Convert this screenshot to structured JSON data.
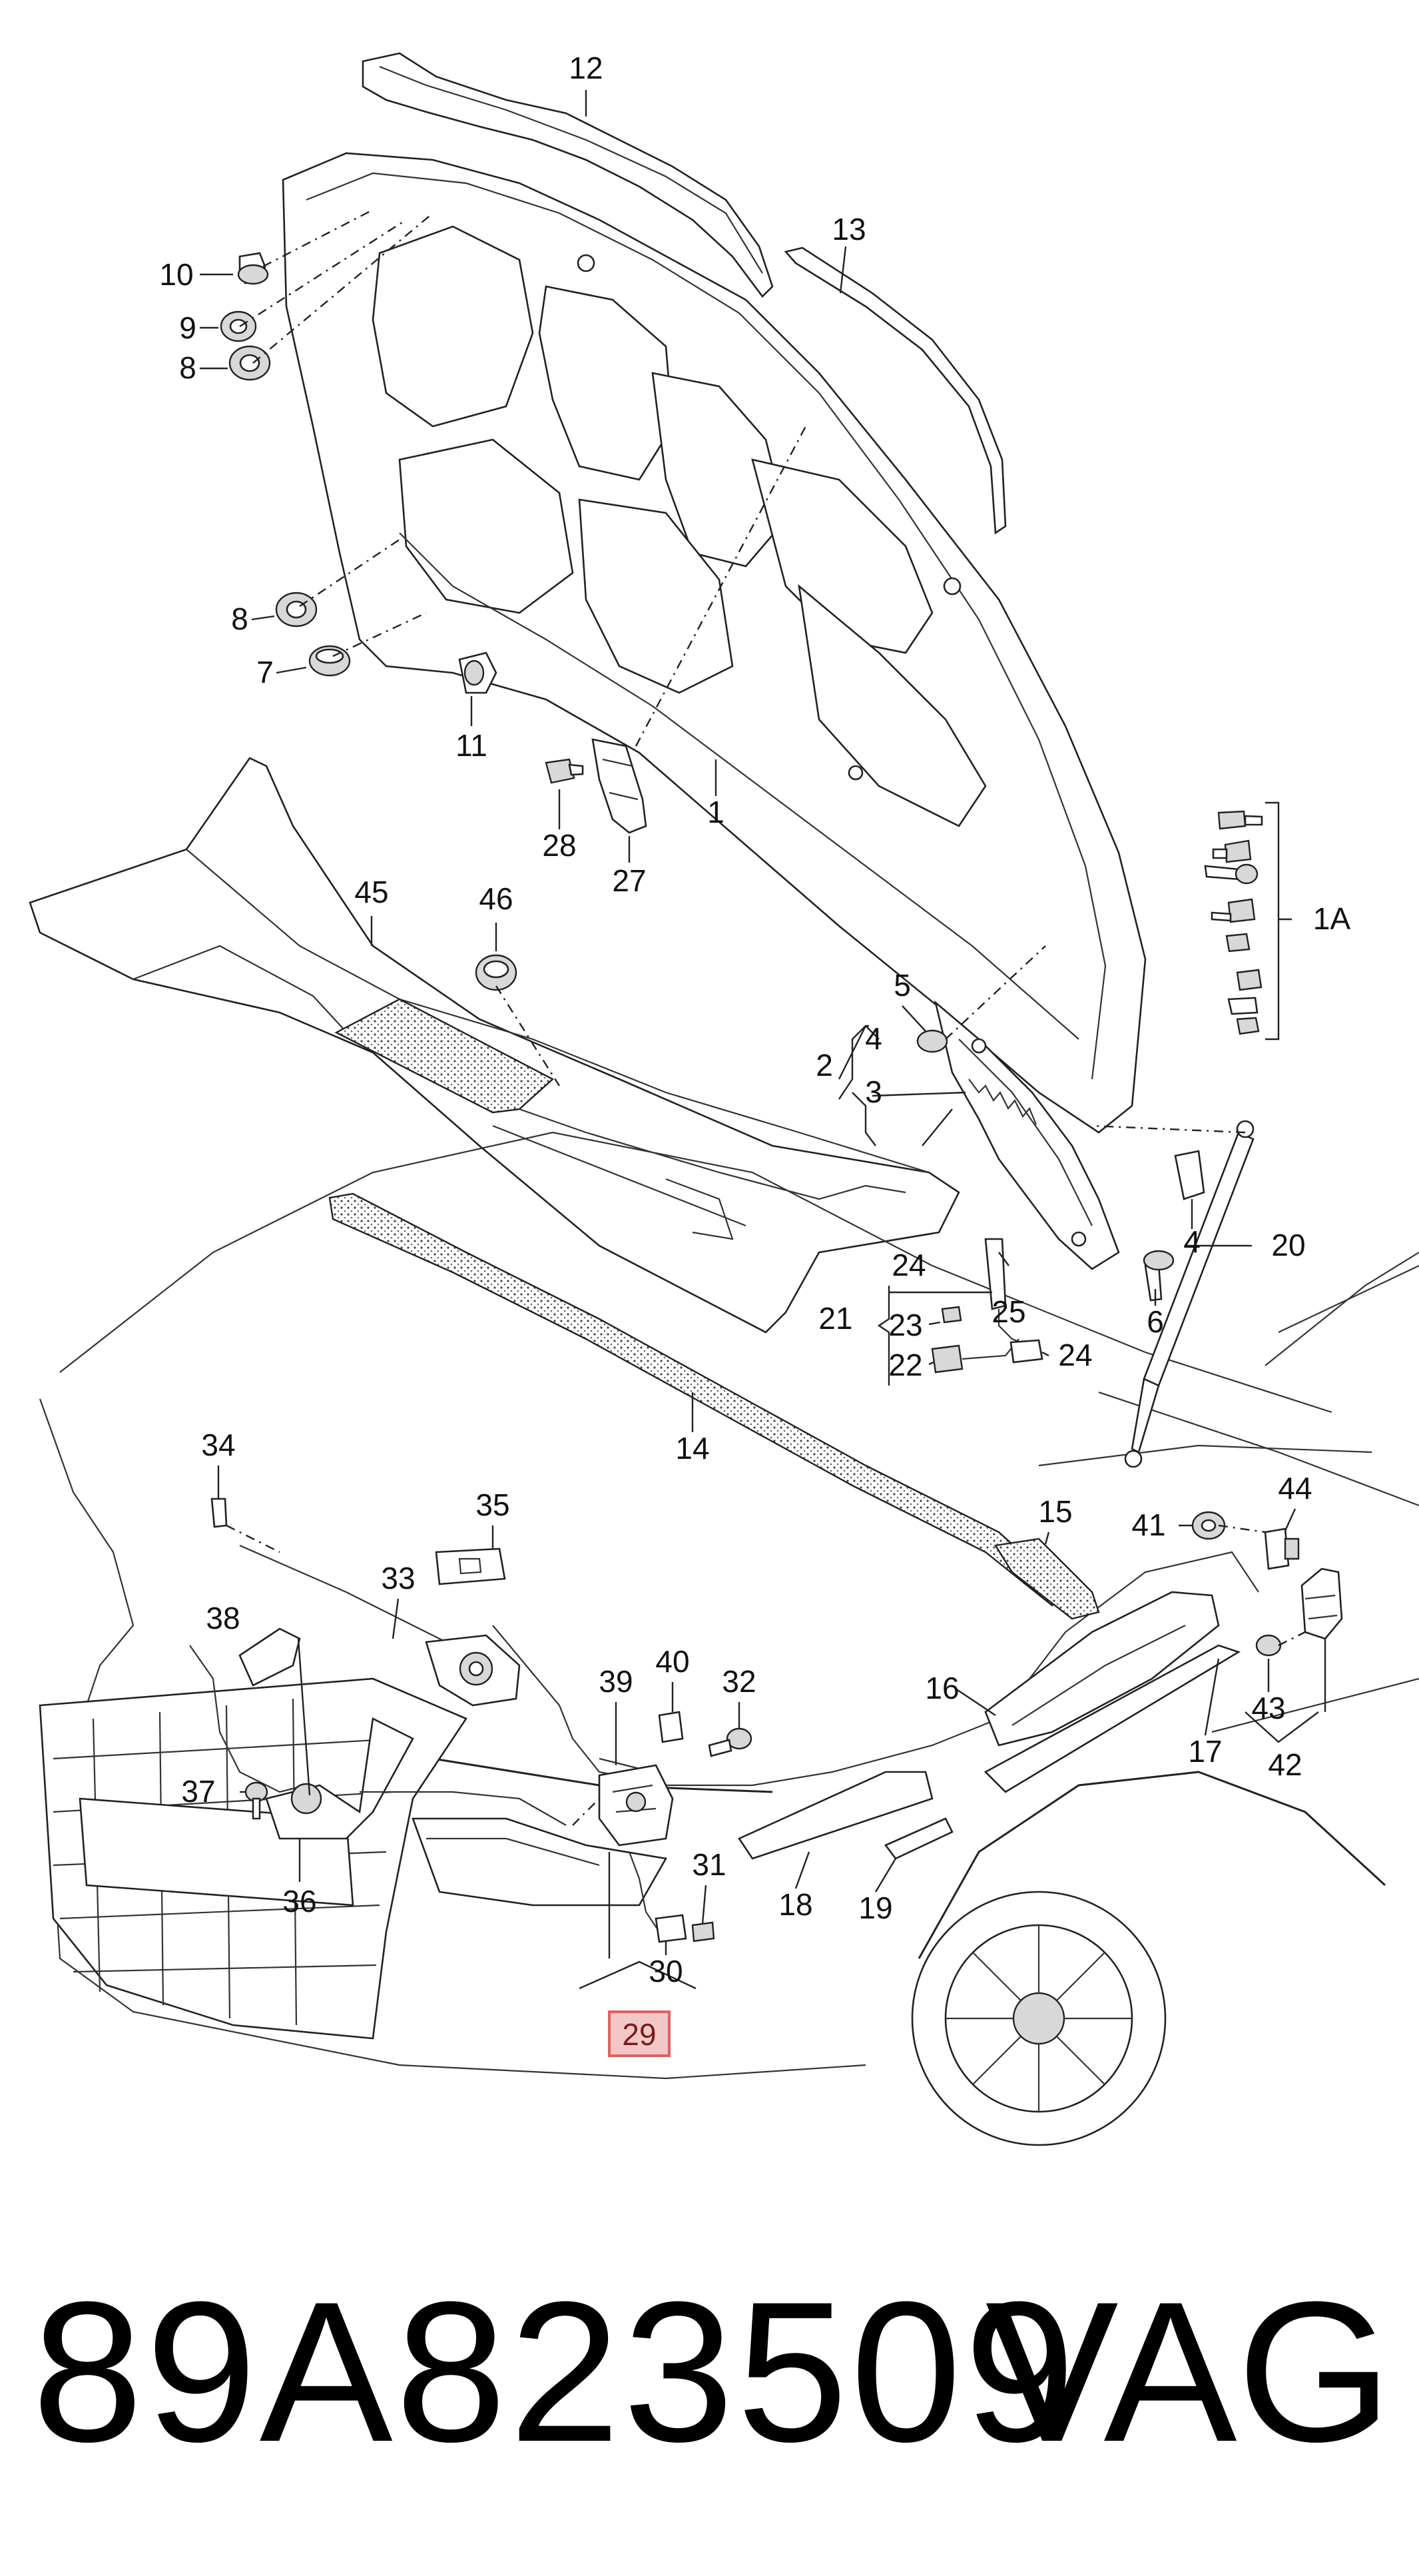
{
  "diagram": {
    "callouts": [
      "12",
      "13",
      "10",
      "9",
      "8",
      "8",
      "7",
      "11",
      "1",
      "28",
      "27",
      "45",
      "46",
      "1A",
      "5",
      "4",
      "2",
      "3",
      "4",
      "20",
      "24",
      "21",
      "23",
      "22",
      "25",
      "24",
      "6",
      "14",
      "34",
      "35",
      "33",
      "38",
      "40",
      "32",
      "39",
      "37",
      "36",
      "31",
      "30",
      "29",
      "15",
      "41",
      "44",
      "16",
      "17",
      "43",
      "42",
      "18",
      "19"
    ],
    "highlighted_callout": "29"
  },
  "footer": {
    "part_number": "89A823509",
    "brand": "VAG"
  },
  "colors": {
    "highlight_fill": "#f4c7c7",
    "highlight_border": "#e06060",
    "line": "#222222"
  }
}
